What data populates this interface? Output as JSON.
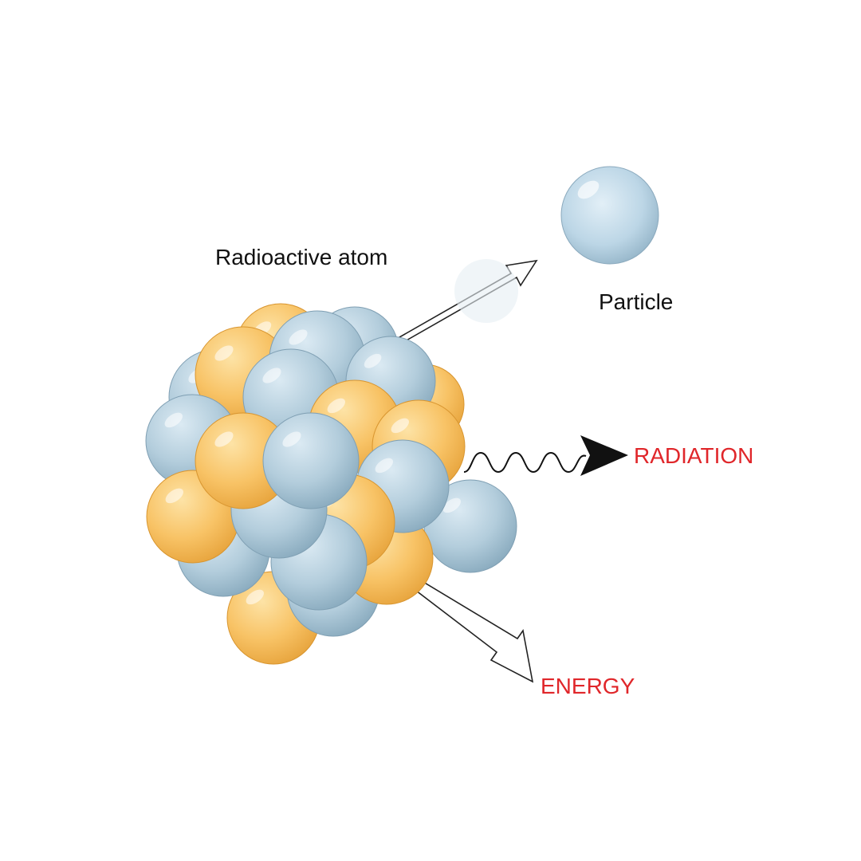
{
  "labels": {
    "atom": "Radioactive atom",
    "particle": "Particle",
    "radiation": "RADIATION",
    "energy": "ENERGY"
  },
  "colors": {
    "background": "#ffffff",
    "proton": "#f6b94f",
    "neutron": "#a9c4d6",
    "emphasis_text": "#e0262a",
    "plain_text": "#111111",
    "arrow_stroke": "#222222"
  },
  "icons": {
    "nucleus": "nucleus-icon",
    "particle": "particle-sphere-icon",
    "particle_arrow": "hollow-arrow-icon",
    "radiation_wave": "wavy-arrow-icon",
    "energy_arrow": "hollow-arrow-icon"
  }
}
